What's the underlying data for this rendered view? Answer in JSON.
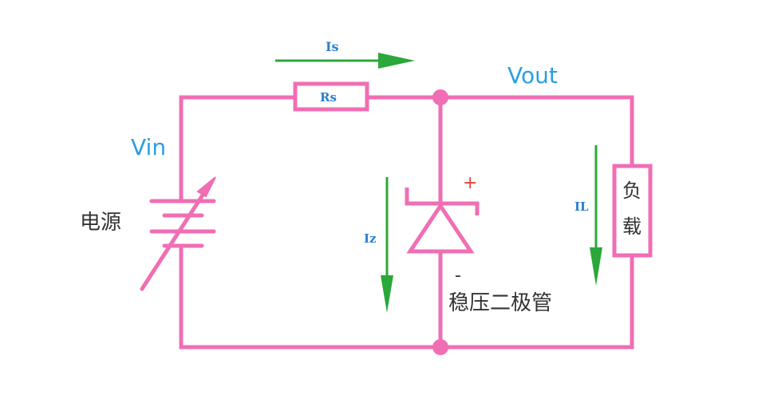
{
  "labels": {
    "vin": "Vin",
    "vout": "Vout",
    "power_source": "电源",
    "zener_diode": "稳压二极管",
    "load_char_1": "负",
    "load_char_2": "载",
    "resistor": "Rs",
    "current_s": "Is",
    "current_z": "Iz",
    "current_l": "IL",
    "plus_sign": "+",
    "minus_sign": "-"
  },
  "colors": {
    "wire": "#f06eb4",
    "arrow": "#2aa83a",
    "label_blue": "#2a9fe0",
    "current_blue": "#2a7fd0",
    "text_dark": "#333333",
    "plus_red": "#e8403a"
  }
}
